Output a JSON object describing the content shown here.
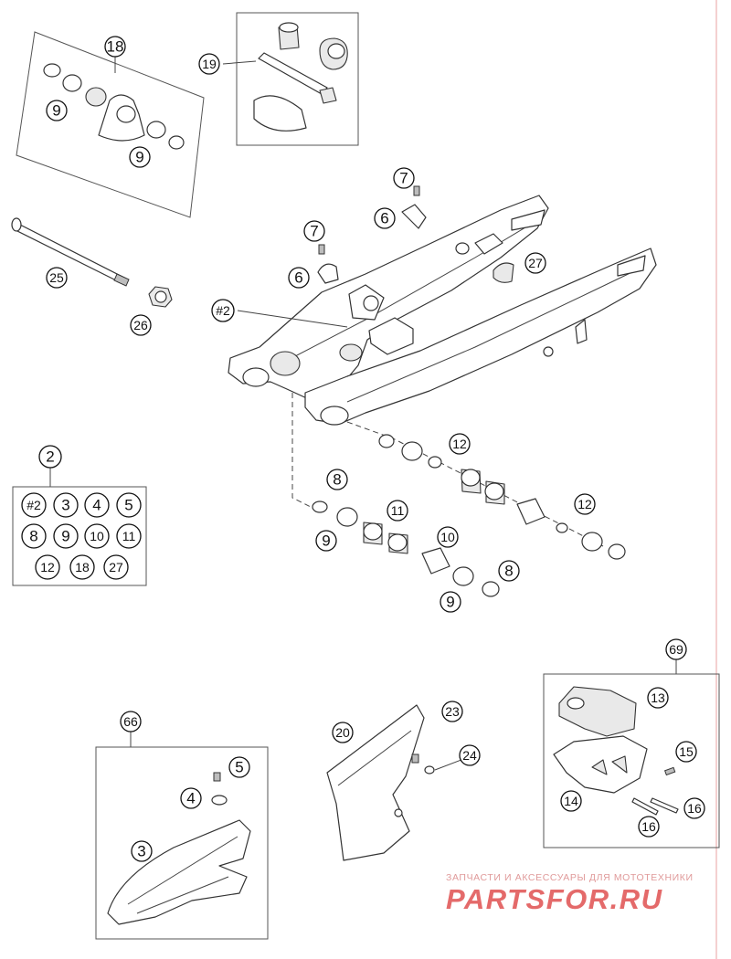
{
  "colors": {
    "line": "#333333",
    "accent_line": "#e8a0a0",
    "watermark": "#e46a6a"
  },
  "callouts": {
    "c18": "18",
    "c19": "19",
    "c25": "25",
    "c26": "26",
    "c7a": "7",
    "c6a": "6",
    "c7b": "7",
    "c6b": "6",
    "c27": "27",
    "cP2": "#2",
    "c9a": "9",
    "c9b": "9",
    "c12a": "12",
    "c8a": "8",
    "c9c": "9",
    "c11": "11",
    "c10": "10",
    "c12b": "12",
    "c8b": "8",
    "c9d": "9",
    "c2": "2",
    "c69": "69",
    "c13": "13",
    "c15": "15",
    "c14": "14",
    "c16a": "16",
    "c16b": "16",
    "c66": "66",
    "c5": "5",
    "c4": "4",
    "c3": "3",
    "c20": "20",
    "c23": "23",
    "c24": "24"
  },
  "kit_2_contents": [
    "#2",
    "3",
    "4",
    "5",
    "8",
    "9",
    "10",
    "11",
    "12",
    "18",
    "27"
  ],
  "watermark": {
    "subtitle": "ЗАПЧАСТИ И АКСЕССУАРЫ ДЛЯ МОТОТЕХНИКИ",
    "logo": "PARTSFOR.RU"
  }
}
